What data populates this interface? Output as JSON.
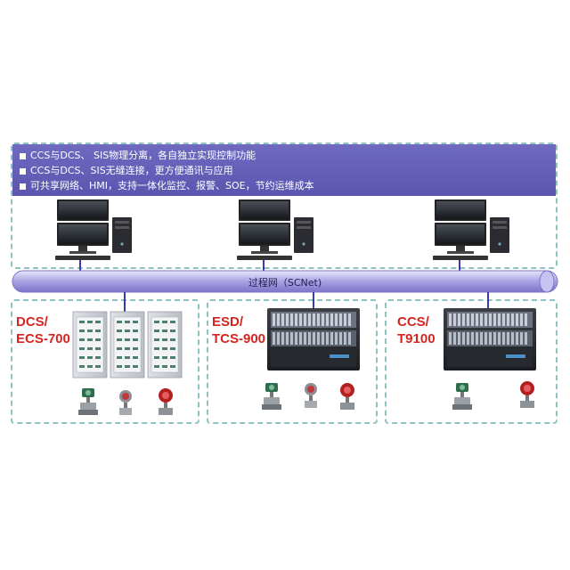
{
  "banner": {
    "bullets": [
      "CCS与DCS、 SIS物理分离，各自独立实现控制功能",
      "CCS与DCS、SIS无缝连接，更方便通讯与应用",
      "可共享网络、HMI，支持一体化监控、报警、SOE，节约运维成本"
    ]
  },
  "network": {
    "label": "过程网（SCNet)"
  },
  "systems": [
    {
      "line1": "DCS/",
      "line2": "ECS-700"
    },
    {
      "line1": "ESD/",
      "line2": "TCS-900"
    },
    {
      "line1": "CCS/",
      "line2": "T9100"
    }
  ],
  "colors": {
    "banner": "#5f59b4",
    "label_red": "#d8241f",
    "dash": "#8fc3c3",
    "bus": "#9a92dc",
    "link": "#3a3ab0"
  }
}
